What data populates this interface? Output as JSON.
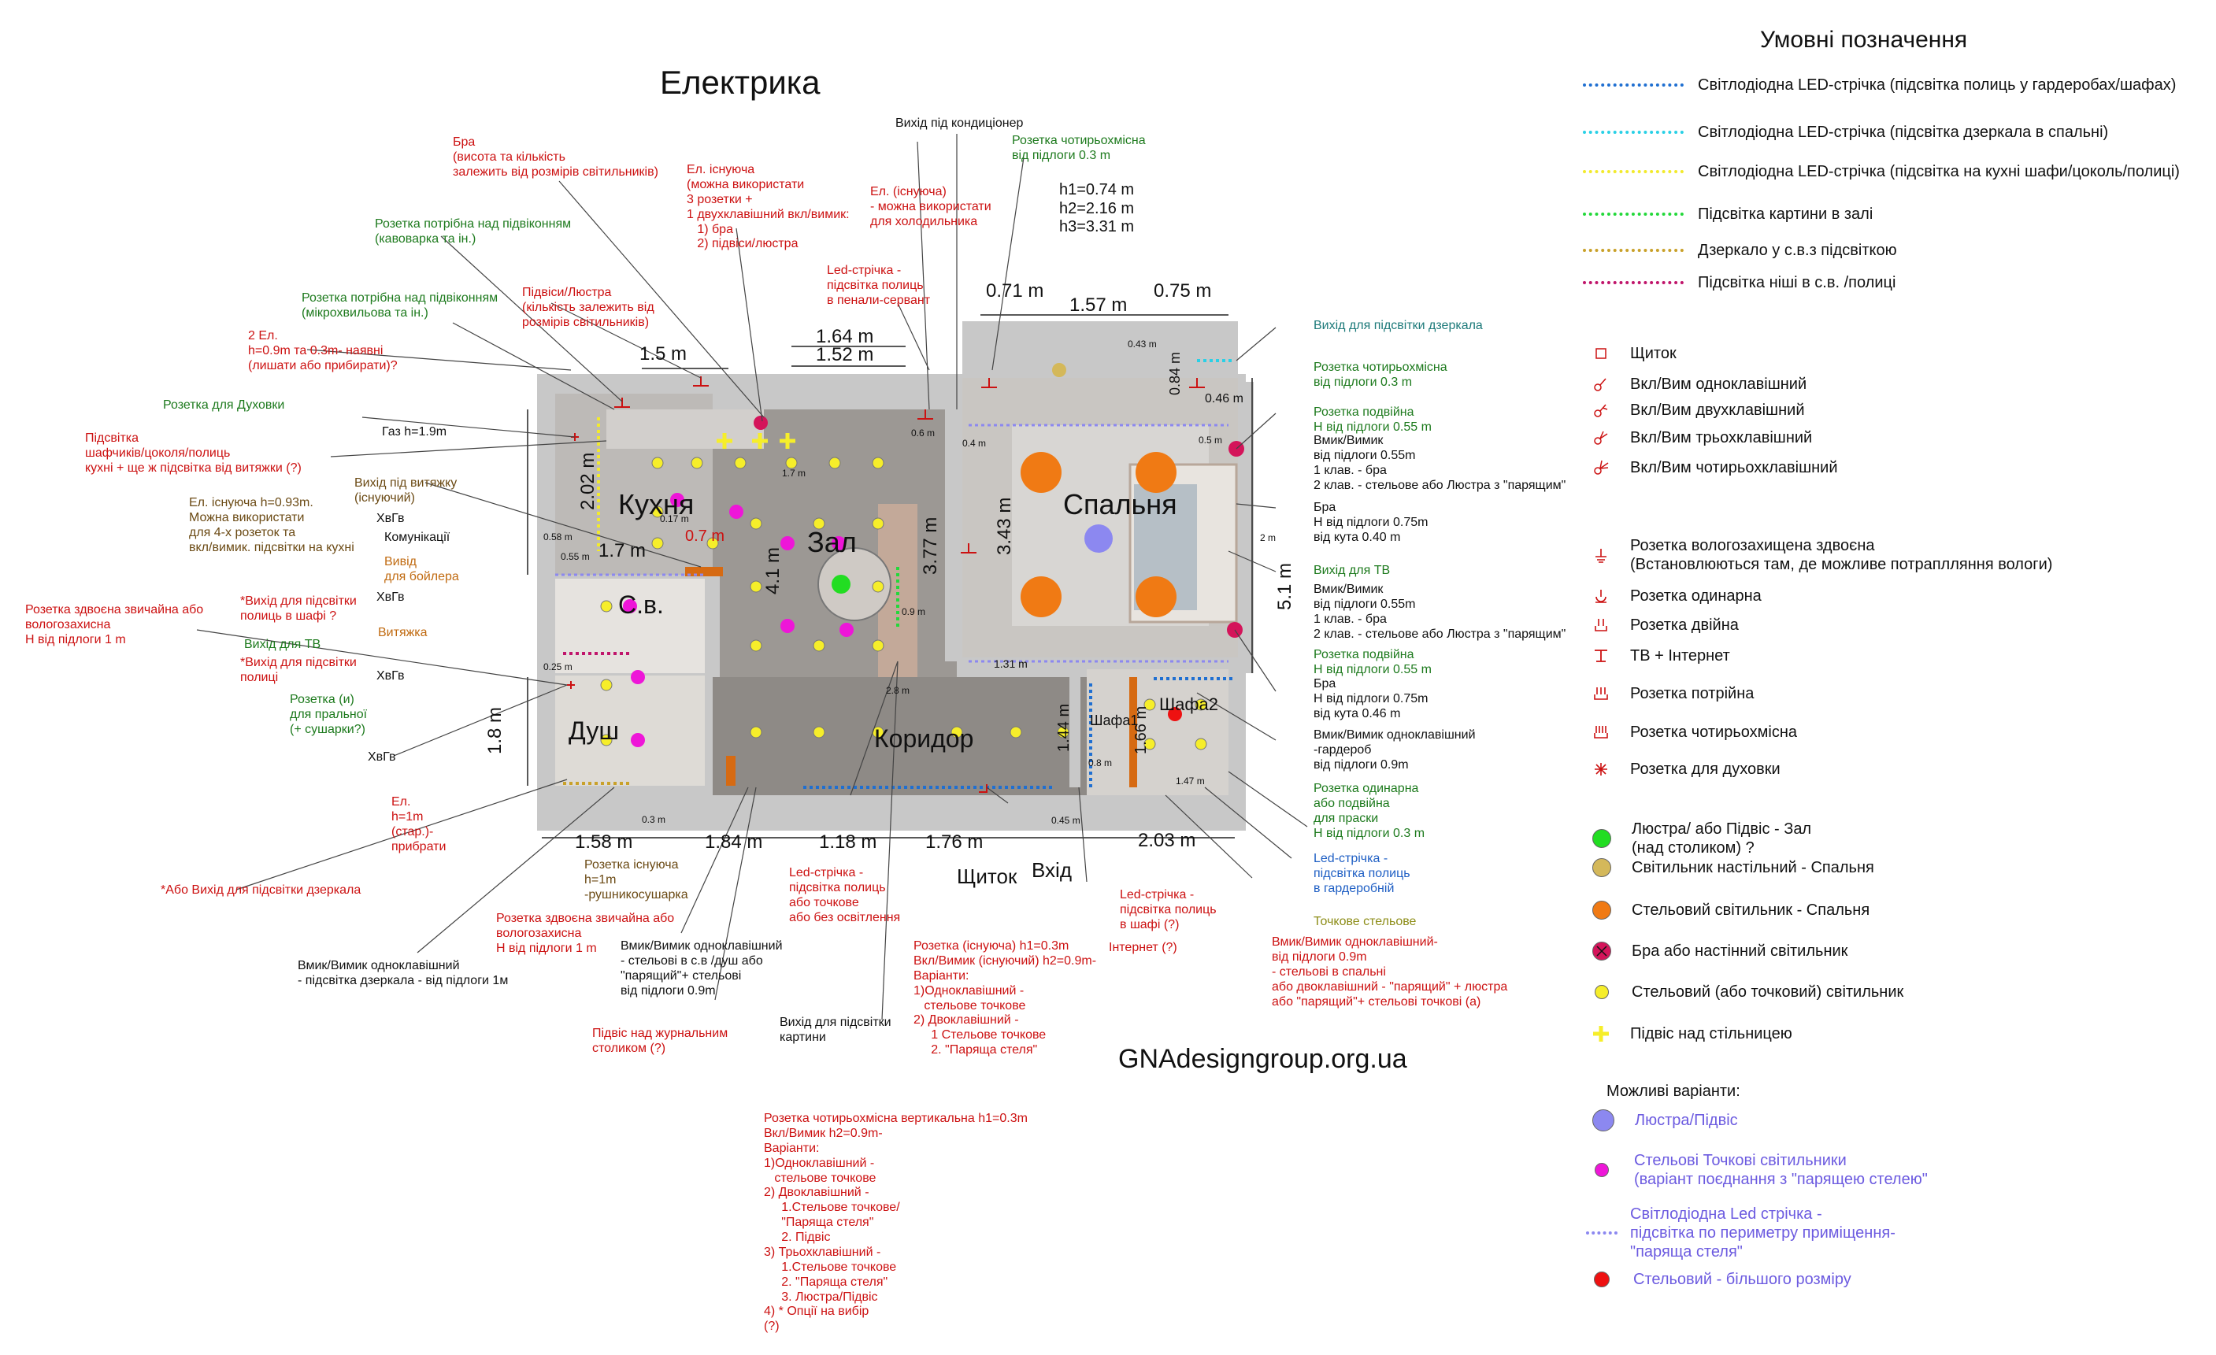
{
  "page_title": "Електрика",
  "website": "GNAdesigngroup.org.ua",
  "legend": {
    "title": "Умовні позначення",
    "lines": [
      {
        "label": "Світлодіодна LED-стрічка (підсвітка полиць у гардеробах/шафах)",
        "color": "#1f6fd1"
      },
      {
        "label": "Світлодіодна LED-стрічка (підсвітка дзеркала в спальні)",
        "color": "#29d0e6"
      },
      {
        "label": "Світлодіодна LED-стрічка (підсвітка на кухні шафи/цоколь/полиці)",
        "color": "#f2ea2c"
      },
      {
        "label": "Підсвітка картини в залі",
        "color": "#23d83a"
      },
      {
        "label": "Дзеркало у с.в.з підсвіткою",
        "color": "#c9a12a"
      },
      {
        "label": "Підсвітка ніші в с.в. /полиці",
        "color": "#c0156b"
      }
    ],
    "symbols": [
      {
        "label": "Щиток",
        "icon": "panel-icon"
      },
      {
        "label": "Вкл/Вим одноклавішний",
        "icon": "switch-1-icon"
      },
      {
        "label": "Вкл/Вим двухклавішний",
        "icon": "switch-2-icon"
      },
      {
        "label": "Вкл/Вим трьохклавішний",
        "icon": "switch-3-icon"
      },
      {
        "label": "Вкл/Вим чотирьохклавішний",
        "icon": "switch-4-icon"
      },
      {
        "label": "Розетка вологозахищена здвоєна\n(Встановлюються там, де можливе потраплляння вологи)",
        "icon": "socket-wet-icon"
      },
      {
        "label": "Розетка одинарна",
        "icon": "socket-single-icon"
      },
      {
        "label": "Розетка двійна",
        "icon": "socket-double-icon"
      },
      {
        "label": "ТВ + Інтернет",
        "icon": "tv-socket-icon"
      },
      {
        "label": "Розетка потрійна",
        "icon": "socket-triple-icon"
      },
      {
        "label": "Розетка чотирьохмісна",
        "icon": "socket-quad-icon"
      },
      {
        "label": "Розетка для духовки",
        "icon": "oven-socket-icon"
      }
    ],
    "lights": [
      {
        "label": "Люстра/ або Підвіс - Зал\n(над столиком) ?",
        "color": "#22dd22"
      },
      {
        "label": "Світильник настільний - Спальня",
        "color": "#d4b85a"
      },
      {
        "label": "Стельовий світильник - Спальня",
        "color": "#f07a14"
      },
      {
        "label": "Бра або настінний світильник",
        "color": "#d4145a",
        "cross": true
      },
      {
        "label": "Стельовий (або точковий) світильник",
        "color": "#f6ee2a"
      },
      {
        "label": "Підвіс над стільницею",
        "color": "#f6ee2a",
        "plus": true
      }
    ],
    "variants_title": "Можливі варіанти:",
    "variants": [
      {
        "label": "Люстра/Підвіс",
        "color": "#8c88f0",
        "kind": "dot"
      },
      {
        "label": "Стельові Точкові світильники\n(варіант поєднання з \"парящею стелею\"",
        "color": "#ee16d8",
        "kind": "dot"
      },
      {
        "label": "Світлодіодна Led стрічка -\nпідсвітка по периметру приміщення-\n\"паряща стеля\"",
        "color": "#8c88f0",
        "kind": "line"
      },
      {
        "label": "Стельовий - більшого розміру",
        "color": "#ee1111",
        "kind": "dot"
      }
    ]
  },
  "rooms": {
    "kitchen": "Кухня",
    "hall": "Зал",
    "bedroom": "Спальня",
    "corridor": "Коридор",
    "bathroom": "С.в.",
    "shower": "Душ",
    "wardrobe1": "Шафа1",
    "wardrobe2": "Шафа2",
    "entrance": "Вхід",
    "panel": "Щиток"
  },
  "dimensions": {
    "top_1_5": "1.5 m",
    "top_1_64": "1.64 m",
    "top_1_52": "1.52 m",
    "top_0_71": "0.71 m",
    "top_1_57": "1.57 m",
    "top_0_75": "0.75 m",
    "kitchen_2_02": "2.02 m",
    "kitchen_1_7": "1.7 m",
    "hall_4_1": "4.1 m",
    "hall_3_77": "3.77 m",
    "bed_3_43": "3.43 m",
    "bed_5_1": "5.1 m",
    "shower_1_8": "1.8 m",
    "bot_1_58": "1.58 m",
    "bot_1_84": "1.84 m",
    "bot_1_18": "1.18 m",
    "bot_1_76": "1.76 m",
    "bot_2_03": "2.03 m",
    "h_values": "h1=0.74 m\nh2=2.16 m\nh3=3.31 m",
    "red_0_7": "0.7 m",
    "wardrobe_1_44": "1.44 m",
    "wardrobe_1_66": "1.66 m",
    "bed_0_84": "0.84 m",
    "bed_0_46": "0.46 m"
  },
  "small_labels": {
    "s055": "0.55 m",
    "s04": "0.4 m",
    "s06": "0.6 m",
    "s17": "1.7 m",
    "s09": "0.9 m",
    "s131": "1.31 m",
    "s147": "1.47 m",
    "s03": "0.3 m",
    "s045": "0.45 m",
    "s28": "2.8 m",
    "s2m": "2 m",
    "s08": "0.8 m",
    "s043": "0.43 m",
    "s158": "0.58 m",
    "s025": "0.25 m",
    "s017": "0.17 m",
    "s05": "0.5 m"
  },
  "annotations": {
    "bra_top": "Бра\n(висота та кількість\nзалежить від розмірів світильників)",
    "el_existing": "Ел. існуюча\n(можна використати\n3 розетки +\n1 двухклавішний вкл/вимик:\n   1) бра\n   2) підвіси/люстра",
    "el_fridge": "Ел. (існуюча)\n- можна використати\nдля холодильника",
    "ac_out": "Вихід під кондиціонер",
    "socket4_03": "Розетка чотирьохмісна\nвід підлоги 0.3 m",
    "led_penal": "Led-стрічка -\nпідсвітка полиць\nв пенали-сервант",
    "socket_coffee": "Розетка потрібна над підвіконням\n(кавоварка та ін.)",
    "pendants": "Підвіси/Люстра\n(кількість залежить від\nрозмірів світильників)",
    "socket_micro": "Розетка потрібна над підвіконням\n(мікрохвильова та ін.)",
    "two_el": "2 Ел.\nh=0.9m та 0.3m- наявні\n(лишати або прибирати)?",
    "oven_socket": "Розетка для Духовки",
    "gas": "Газ h=1.9m",
    "kitchen_backlight": "Підсвітка\nшафчиків/цоколя/полиць\nкухні + ще ж підсвітка від витяжки (?)",
    "hood_out": "Вихід під витяжку\n(існуючий)",
    "el_093": "Ел. існуюча h=0.93m.\nМожна використати\nдля 4-х розеток та\nвкл/вимик. підсвітки на кухні",
    "xvgv": "ХвГв",
    "communications": "Комунікації",
    "boiler": "Вивід\nдля бойлера",
    "wet_socket_left": "Розетка здвоєна звичайна або\nвологозахисна\nН від підлоги 1 m",
    "backlight_wardrobe": "*Вихід для підсвітки\nполиць в шафі ?",
    "hood": "Витяжка",
    "tv_out_left": "Вихід для ТВ",
    "shelf_light_out": "*Вихід для підсвітки\nполиці",
    "laundry": "Розетка (и)\nдля пральної\n(+ сушарки?)",
    "el_remove": "Ел.\nh=1m\n(стар.)-\nприбрати",
    "mirror_out": "*Або Вихід для підсвітки дзеркала",
    "towel": "Розетка існуюча\nh=1m\n-рушникосушарка",
    "wet_socket_bot": "Розетка здвоєна звичайна або\nвологозахисна\nН від підлоги 1 m",
    "switch_mirror": "Вмик/Вимик одноклавішний\n- підсвітка дзеркала - від підлоги 1м",
    "switch_bath": "Вмик/Вимик одноклавішний\n- стельові в с.в /душ або\n\"парящий\"+ стельові\nвід підлоги 0.9m",
    "pendant_table": "Підвіс над журнальним\nстоликом (?)",
    "picture_out": "Вихід для підсвітки\nкартини",
    "led_corridor": "Led-стрічка -\nпідсвітка полиць\nабо точкове\nабо без освітлення",
    "socket_existing": "Розетка (існуюча) h1=0.3m\nВкл/Вимик (існуючий) h2=0.9m-\nВаріанти:\n1)Одноклавішний -\n   стельове точкове\n2) Двоклавішний -\n     1 Стельове точкове\n     2. \"Паряща стеля\"",
    "socket4_vertical": "Розетка чотирьохмісна вертикальна h1=0.3m\nВкл/Вимик h2=0.9m-\nВаріанти:\n1)Одноклавішний -\n   стельове точкове\n2) Двоклавішний -\n     1.Стельове точкове/\n     \"Паряща стеля\"\n     2. Підвіс\n3) Трьохклавішний -\n     1.Стельове точкове\n     2. \"Паряща стеля\"\n     3. Люстра/Підвіс\n4) * Опції на вибір\n(?)",
    "led_wardrobe_shelf": "Led-стрічка -\nпідсвітка полиць\nв шафі (?)",
    "internet": "Інтернет (?)",
    "led_wardrobe_room": "Led-стрічка -\nпідсвітка полиць\nв гардеробній",
    "spot_ceiling": "Точкове стельове",
    "switch_bedroom": "Вмик/Вимик одноклавішний-\nвід підлоги 0.9m\n- стельові в спальні\nабо двоклавішний - \"парящий\" + люстра\nабо \"парящий\"+ стельові точкові (а)",
    "mirror_bed_out": "Вихід для підсвітки дзеркала",
    "socket4_bed": "Розетка чотирьохмісна\nвід підлоги 0.3 m",
    "socket_double_bed": "Розетка подвійна\nН від підлоги 0.55 m",
    "switch_bed1": "Вмик/Вимик\nвід підлоги 0.55m\n1 клав. - бра\n2 клав. - стельове або Люстра з \"парящим\"",
    "bra_bed1": "Бра\nН від підлоги 0.75m\nвід кута 0.40 m",
    "tv_out_bed": "Вихід для ТВ",
    "switch_bed2": "Вмик/Вимик\nвід підлоги 0.55m\n1 клав. - бра\n2 клав. - стельове або Люстра з \"парящим\"",
    "socket_double_bed2": "Розетка подвійна\nН від підлоги 0.55 m",
    "bra_bed2": "Бра\nН від підлоги 0.75m\nвід кута 0.46 m",
    "switch_wardrobe": "Вмик/Вимик одноклавішний\n-гардероб\nвід підлоги 0.9m",
    "socket_iron": "Розетка одинарна\nабо подвійна\nдля праски\nН від підлоги 0.3 m"
  },
  "colors": {
    "red": "#cc1111",
    "green": "#1d7a1d",
    "brown": "#6b4a14",
    "orange": "#c06a10",
    "blue": "#1f5fc4",
    "olive": "#8d8d18",
    "violet": "#6c5be0"
  }
}
